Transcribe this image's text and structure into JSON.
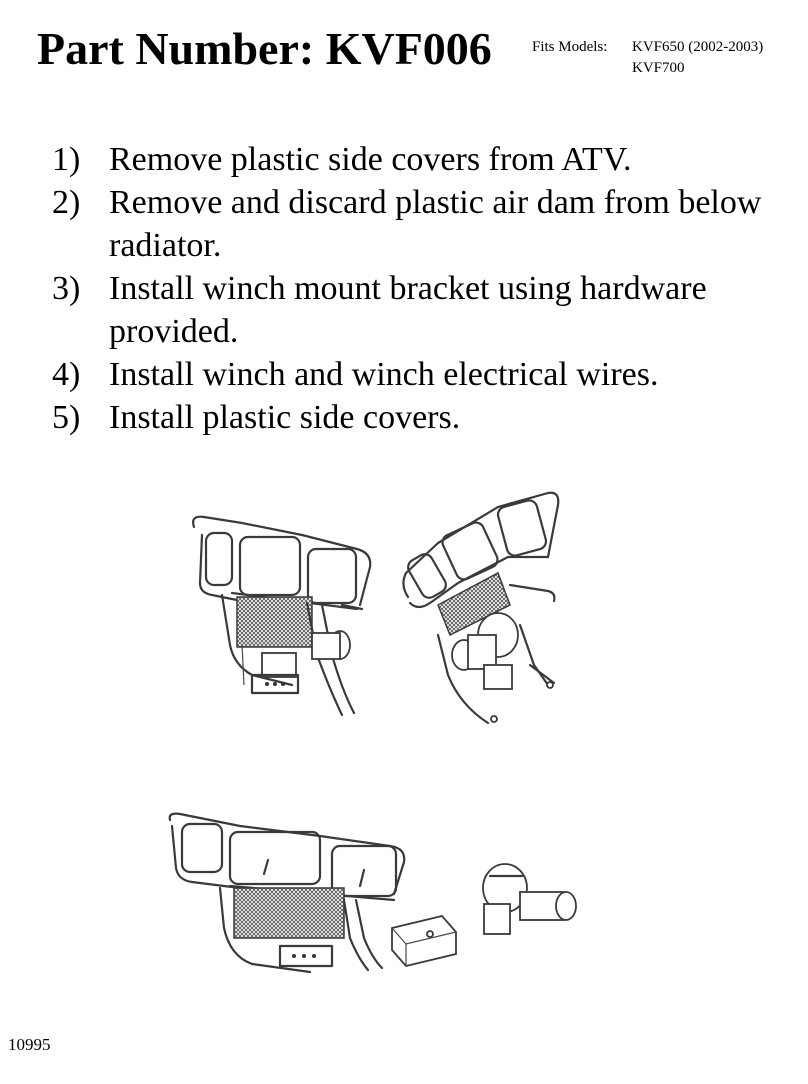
{
  "title": "Part Number: KVF006",
  "fits_models": {
    "label": "Fits Models:",
    "models": [
      "KVF650 (2002-2003)",
      "KVF700"
    ]
  },
  "steps": [
    {
      "num": "1)",
      "text": "Remove plastic side covers from ATV."
    },
    {
      "num": "2)",
      "text": "Remove and discard plastic air dam from below radiator."
    },
    {
      "num": "3)",
      "text": "Install winch mount bracket using hardware provided."
    },
    {
      "num": "4)",
      "text": "Install winch and winch electrical wires."
    },
    {
      "num": "5)",
      "text": "Install plastic side covers."
    }
  ],
  "illustrations": [
    {
      "icon": "winch-mount-assembled-front-icon"
    },
    {
      "icon": "winch-mount-assembled-angled-icon"
    },
    {
      "icon": "winch-mount-exploded-icon"
    }
  ],
  "document_number": "10995"
}
